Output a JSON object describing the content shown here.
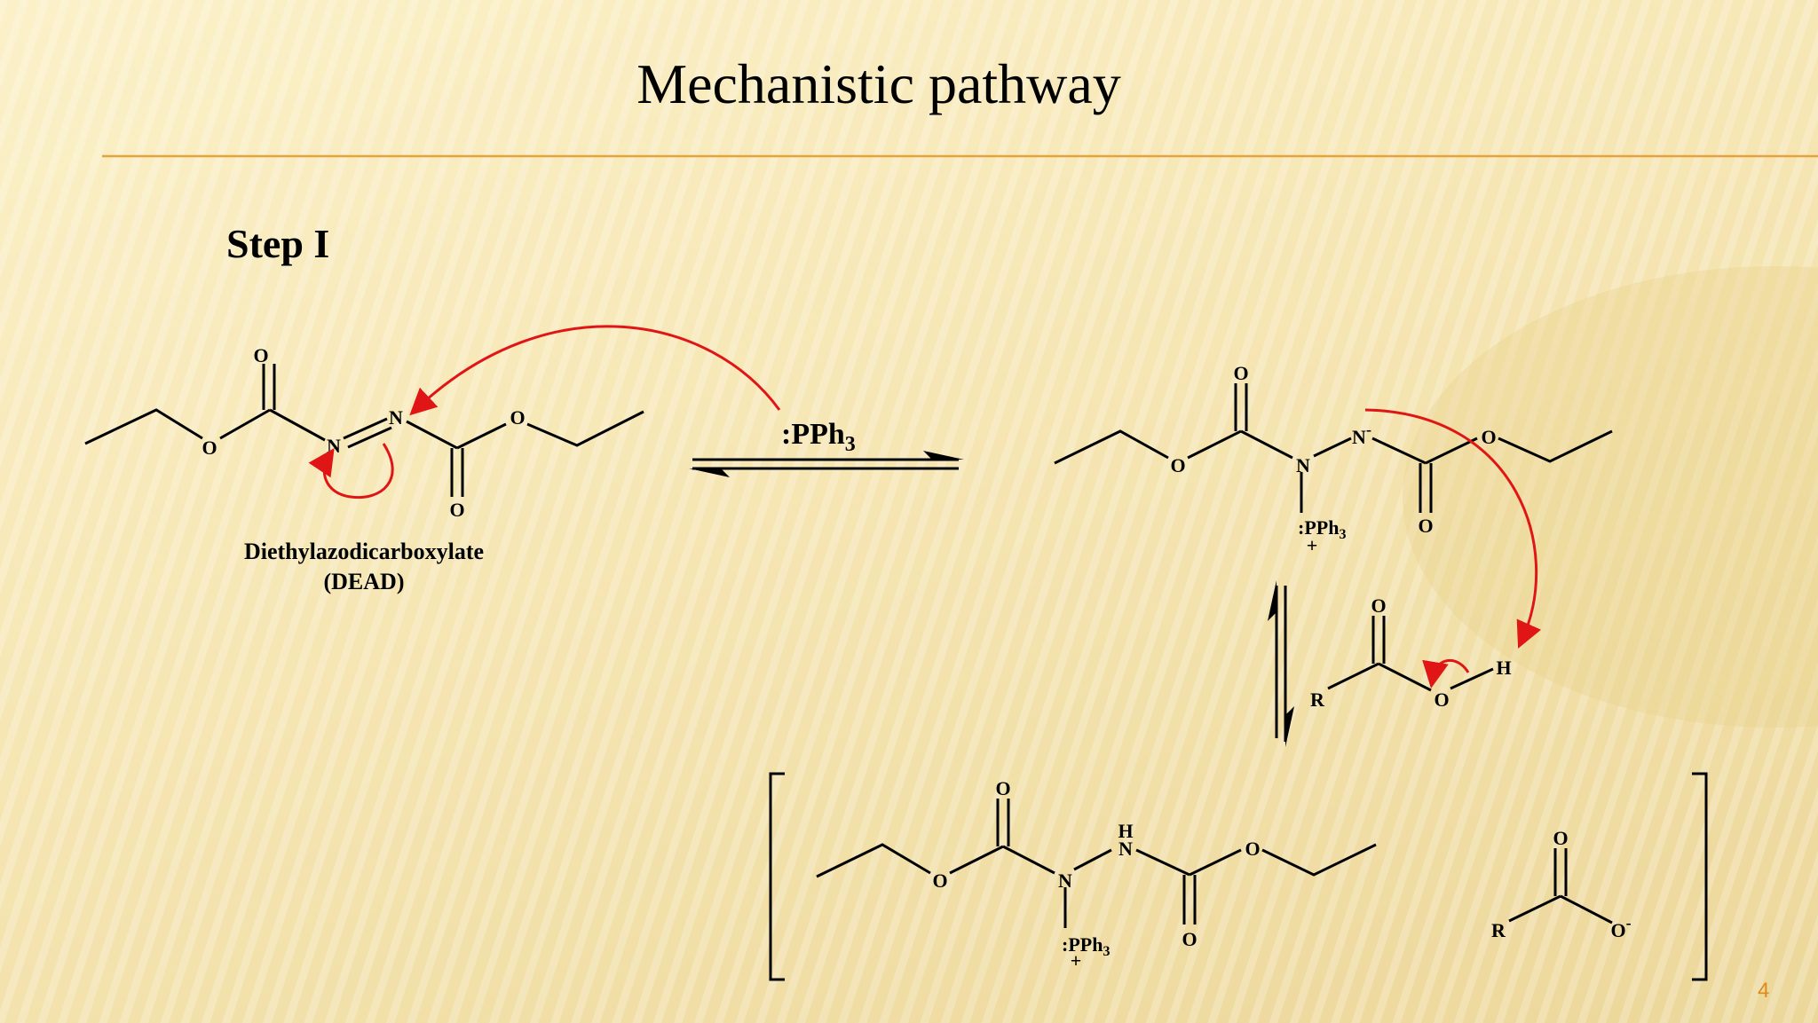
{
  "slide": {
    "title": "Mechanistic pathway",
    "step": "Step I",
    "page_number": "4"
  },
  "colors": {
    "accent_line": "#e6a23c",
    "arrow_red": "#e01616",
    "page_number": "#e08a1e"
  },
  "diagram": {
    "reagent": ":PPh",
    "reagent_sub": "3",
    "dead_name": "Diethylazodicarboxylate",
    "dead_abbr": "(DEAD)",
    "atoms": {
      "O": "O",
      "N": "N",
      "N_minus": "N",
      "minus": "-",
      "H": "H",
      "R": "R",
      "pph3": ":PPh",
      "sub3": "3",
      "plus": "+"
    }
  }
}
